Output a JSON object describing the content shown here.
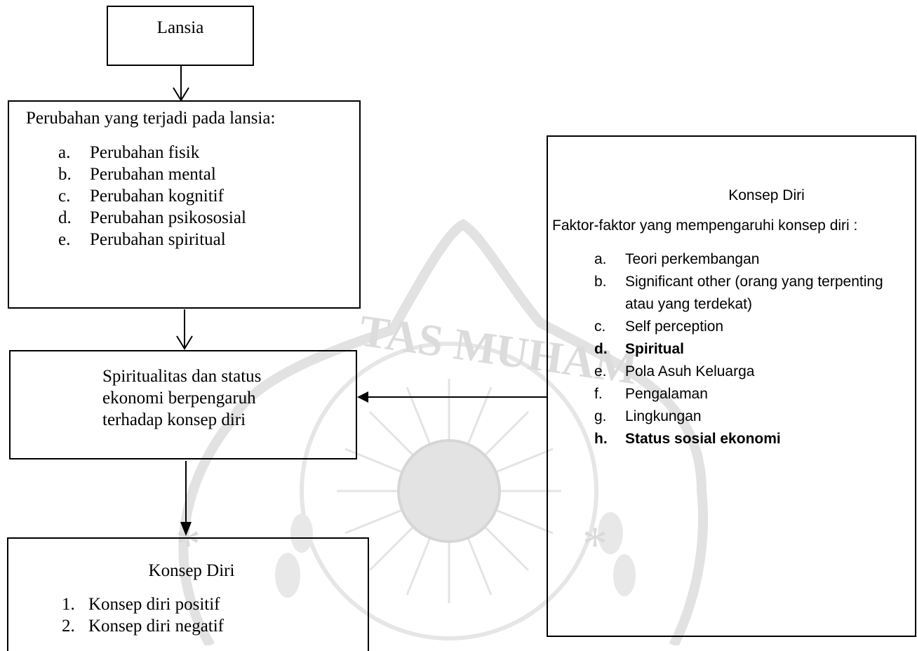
{
  "lansia_box": {
    "title": "Lansia"
  },
  "perubahan_box": {
    "heading": "Perubahan yang terjadi pada lansia:",
    "items": [
      {
        "marker": "a.",
        "text": "Perubahan fisik"
      },
      {
        "marker": "b.",
        "text": "Perubahan mental"
      },
      {
        "marker": "c.",
        "text": "Perubahan kognitif"
      },
      {
        "marker": "d.",
        "text": "Perubahan psikososial"
      },
      {
        "marker": "e.",
        "text": "Perubahan spiritual"
      }
    ]
  },
  "pengaruh_box": {
    "text": "Spiritualitas dan status ekonomi berpengaruh terhadap konsep diri"
  },
  "konsep_hasil_box": {
    "title": "Konsep Diri",
    "items": [
      {
        "marker": "1.",
        "text": "Konsep diri positif"
      },
      {
        "marker": "2.",
        "text": "Konsep diri negatif"
      }
    ]
  },
  "faktor_box": {
    "title": "Konsep Diri",
    "heading": "Faktor-faktor yang mempengaruhi konsep diri :",
    "items": [
      {
        "marker": "a.",
        "text": "Teori perkembangan",
        "bold": false
      },
      {
        "marker": "b.",
        "text": "Significant other (orang yang terpenting atau yang terdekat)",
        "bold": false
      },
      {
        "marker": "c.",
        "text": "Self perception",
        "bold": false
      },
      {
        "marker": "d.",
        "text": "Spiritual",
        "bold": true
      },
      {
        "marker": "e.",
        "text": "Pola Asuh Keluarga",
        "bold": false
      },
      {
        "marker": "f.",
        "text": "Pengalaman",
        "bold": false
      },
      {
        "marker": "g.",
        "text": "Lingkungan",
        "bold": false
      },
      {
        "marker": "h.",
        "text": "Status sosial ekonomi",
        "bold": true
      }
    ]
  },
  "watermark": {
    "text": "TAS MUHAM",
    "color": "#dcdcdc"
  }
}
